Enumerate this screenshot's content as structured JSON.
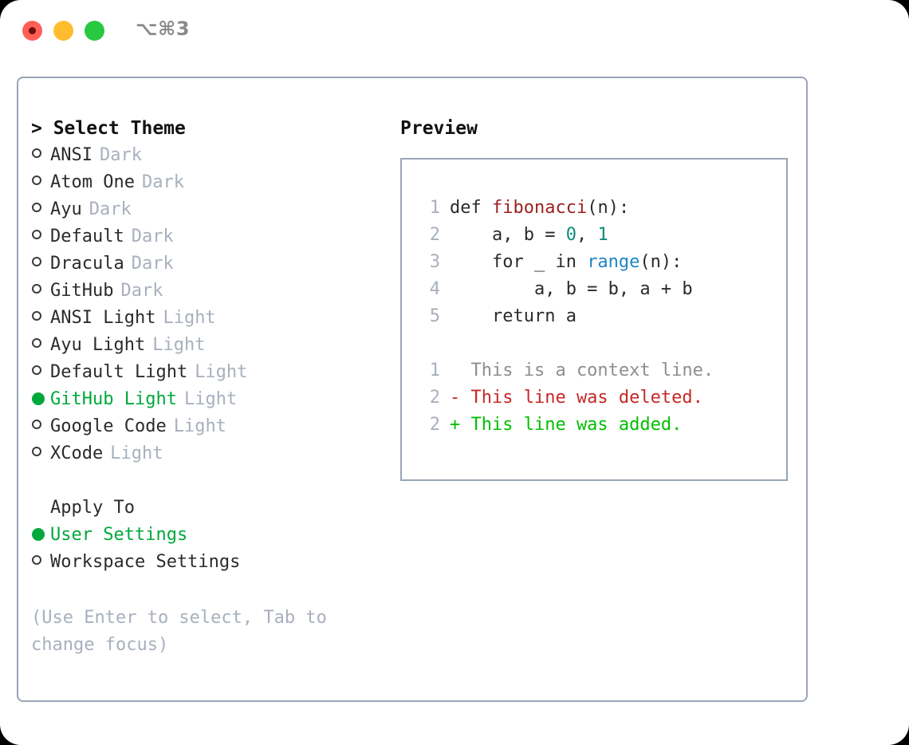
{
  "titlebar": {
    "shortcut": "⌥⌘3",
    "lights": [
      "close-red",
      "minimize-yellow",
      "zoom-green"
    ]
  },
  "theme_selector": {
    "header": "> Select Theme",
    "options": [
      {
        "label": "ANSI",
        "tag": "Dark",
        "selected": false
      },
      {
        "label": "Atom One",
        "tag": "Dark",
        "selected": false
      },
      {
        "label": "Ayu",
        "tag": "Dark",
        "selected": false
      },
      {
        "label": "Default",
        "tag": "Dark",
        "selected": false
      },
      {
        "label": "Dracula",
        "tag": "Dark",
        "selected": false
      },
      {
        "label": "GitHub",
        "tag": "Dark",
        "selected": false
      },
      {
        "label": "ANSI Light",
        "tag": "Light",
        "selected": false
      },
      {
        "label": "Ayu Light",
        "tag": "Light",
        "selected": false
      },
      {
        "label": "Default Light",
        "tag": "Light",
        "selected": false
      },
      {
        "label": "GitHub Light",
        "tag": "Light",
        "selected": true
      },
      {
        "label": "Google Code",
        "tag": "Light",
        "selected": false
      },
      {
        "label": "XCode",
        "tag": "Light",
        "selected": false
      }
    ]
  },
  "apply_to": {
    "header": "Apply To",
    "options": [
      {
        "label": "User Settings",
        "selected": true
      },
      {
        "label": "Workspace Settings",
        "selected": false
      }
    ]
  },
  "hint": "(Use Enter to select, Tab to change focus)",
  "preview": {
    "title": "Preview",
    "code_lines": [
      {
        "lineno": "1",
        "spans": [
          {
            "text": "def ",
            "kind": "plain"
          },
          {
            "text": "fibonacci",
            "kind": "fn"
          },
          {
            "text": "(n):",
            "kind": "plain"
          }
        ]
      },
      {
        "lineno": "2",
        "spans": [
          {
            "text": "    a, b = ",
            "kind": "plain"
          },
          {
            "text": "0",
            "kind": "num"
          },
          {
            "text": ", ",
            "kind": "plain"
          },
          {
            "text": "1",
            "kind": "num"
          }
        ]
      },
      {
        "lineno": "3",
        "spans": [
          {
            "text": "    for _ in ",
            "kind": "plain"
          },
          {
            "text": "range",
            "kind": "call"
          },
          {
            "text": "(n):",
            "kind": "plain"
          }
        ]
      },
      {
        "lineno": "4",
        "spans": [
          {
            "text": "        a, b = b, a + b",
            "kind": "plain"
          }
        ]
      },
      {
        "lineno": "5",
        "spans": [
          {
            "text": "    return a",
            "kind": "plain"
          }
        ]
      }
    ],
    "diff_lines": [
      {
        "lineno": "1",
        "marker": " ",
        "text": "  This is a context line.",
        "kind": "context"
      },
      {
        "lineno": "2",
        "marker": "-",
        "text": "- This line was deleted.",
        "kind": "deleted"
      },
      {
        "lineno": "2",
        "marker": "+",
        "text": "+ This line was added.",
        "kind": "added"
      }
    ]
  },
  "colors": {
    "accent_green": "#00a83c",
    "diff_add_green": "#00c000",
    "diff_del_red": "#c62828",
    "muted_gray": "#a8b0bd",
    "border": "#9aa5b5",
    "fn_red": "#9e1f1f",
    "num_teal": "#0f8a7e",
    "call_blue": "#1f85c4",
    "light_red": "#ff5f57",
    "light_yellow": "#ffbd2e",
    "light_green": "#28c840"
  }
}
